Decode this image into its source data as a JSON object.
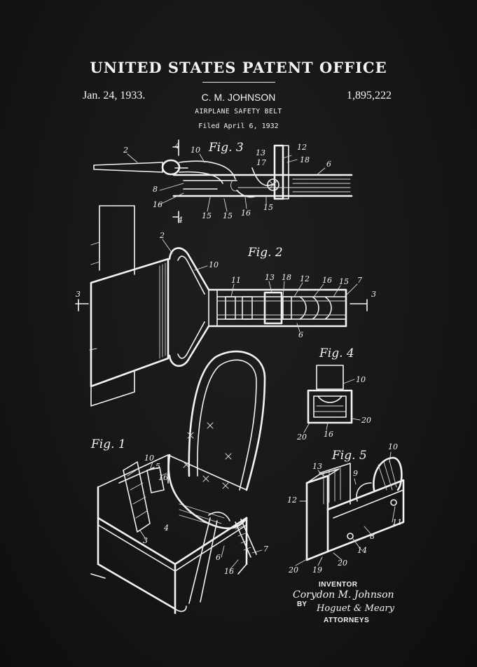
{
  "header": {
    "office_title": "UNITED STATES PATENT OFFICE",
    "date": "Jan. 24, 1933.",
    "inventor_name": "C. M. JOHNSON",
    "patent_number": "1,895,222",
    "invention_title": "AIRPLANE SAFETY BELT",
    "filed": "Filed April 6, 1932"
  },
  "figures": {
    "fig1": "Fig. 1",
    "fig2": "Fig. 2",
    "fig3": "Fig. 3",
    "fig4": "Fig. 4",
    "fig5": "Fig. 5"
  },
  "reference_numerals": {
    "fig3": [
      "2",
      "4",
      "10",
      "13",
      "12",
      "17",
      "18",
      "6",
      "8",
      "16",
      "15",
      "15",
      "16",
      "15",
      "4"
    ],
    "fig2": [
      "2",
      "10",
      "11",
      "13",
      "18",
      "12",
      "16",
      "15",
      "7",
      "3",
      "3",
      "6"
    ],
    "fig4": [
      "10",
      "20",
      "20",
      "16"
    ],
    "fig1": [
      "10",
      "5",
      "16",
      "4",
      "3",
      "6",
      "16",
      "7"
    ],
    "fig5": [
      "10",
      "13",
      "9",
      "12",
      "11",
      "8",
      "14",
      "20",
      "19",
      "20"
    ]
  },
  "signature": {
    "inventor_label": "INVENTOR",
    "inventor_signature": "Corydon M. Johnson",
    "by": "BY",
    "attorney_signature": "Hoguet & Meary",
    "attorneys_label": "ATTORNEYS"
  },
  "colors": {
    "background": "#161616",
    "ink": "#f3f3f3"
  }
}
